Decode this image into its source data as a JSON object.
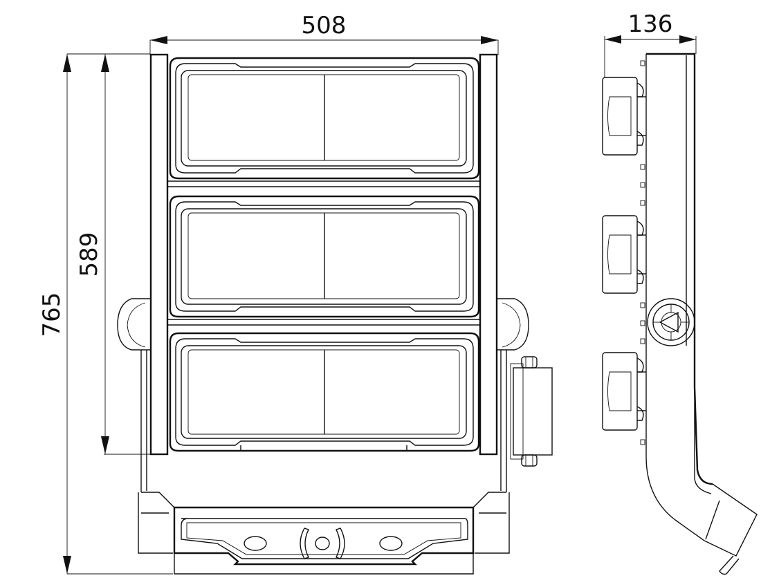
{
  "diagram": {
    "dimensions": {
      "front_width": "508",
      "side_depth": "136",
      "total_height": "765",
      "module_height": "589"
    },
    "views": [
      "front-view",
      "side-view"
    ]
  }
}
